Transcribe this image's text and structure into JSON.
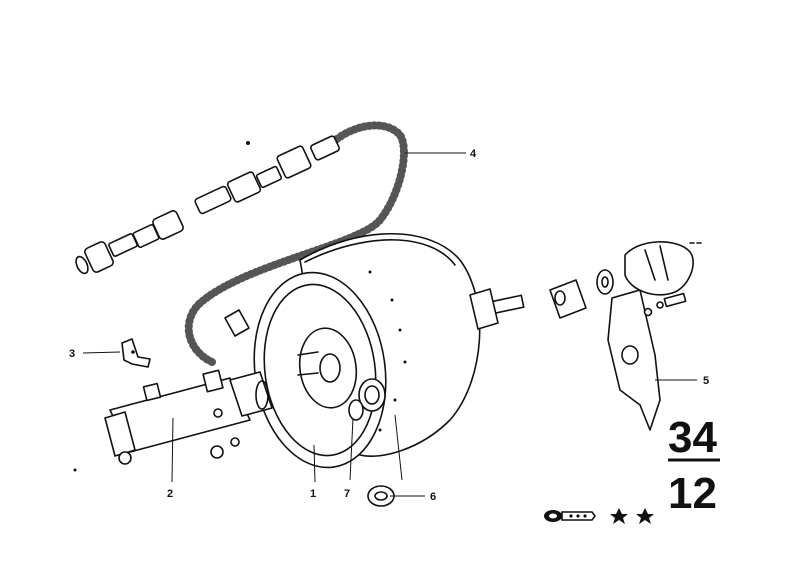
{
  "diagram": {
    "callouts": [
      "1",
      "2",
      "3",
      "4",
      "5",
      "6",
      "7"
    ],
    "group_number": {
      "major": "34",
      "minor": "12"
    },
    "footer_symbols": [
      "key-symbol-icon",
      "two-star-icon"
    ]
  }
}
